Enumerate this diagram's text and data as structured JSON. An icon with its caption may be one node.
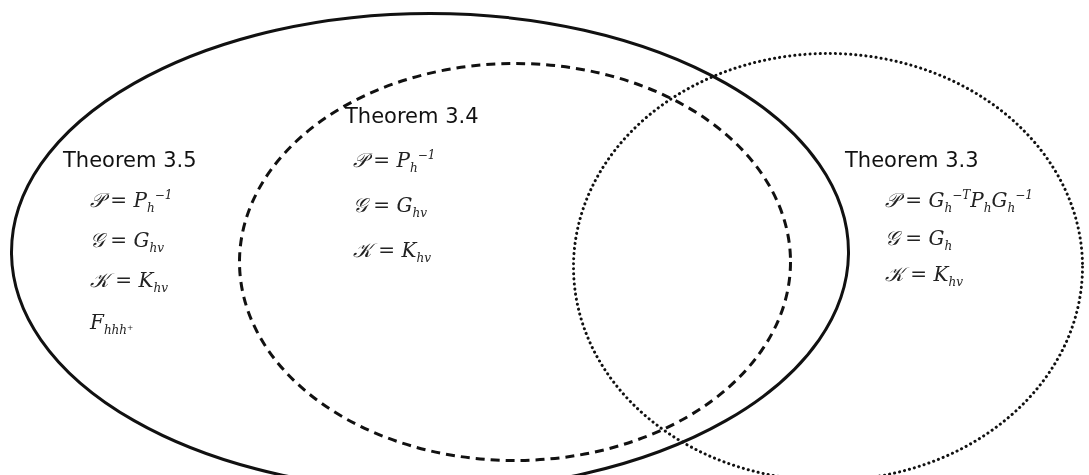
{
  "diagram": {
    "nodes": [
      {
        "text": [
          "Theorem 3.5",
          "𝒫 = P$_{h}$$^{−1}$",
          "𝒢 = G$_{hv}$",
          "𝒦 = K$_{hv}$",
          "F$_{hhh⁺}$"
        ]
      },
      {
        "text": [
          "Theorem 3.4",
          "𝒫 = P$_{h}$$^{−1}$",
          "𝒢 = G$_{hv}$",
          "𝒦 = K$_{hv}$"
        ],
        "in": 0
      },
      {
        "text": [
          "Theorem 3.3",
          "𝒫 = G$_{h}$$^{−T}$P$_{h}$G$_{h}$$^{−1}$",
          "𝒢 = G$_{h}$",
          "𝒦 = K$_{hv}$"
        ]
      }
    ]
  }
}
